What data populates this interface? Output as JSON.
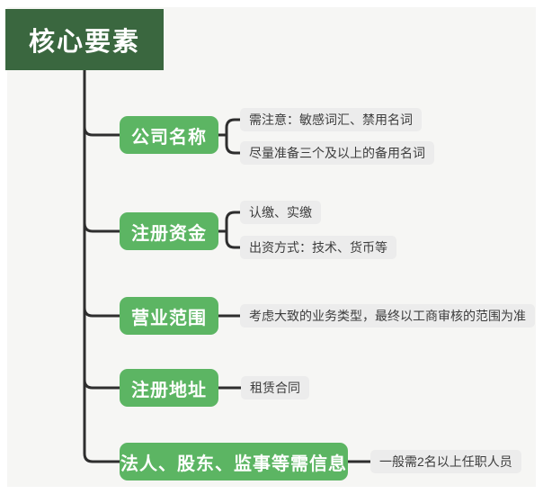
{
  "title": "核心要素",
  "root": {
    "label": "核心要素"
  },
  "branches": [
    {
      "label": "公司名称",
      "children": [
        "需注意：敏感词汇、禁用名词",
        "尽量准备三个及以上的备用名词"
      ]
    },
    {
      "label": "注册资金",
      "children": [
        "认缴、实缴",
        "出资方式：技术、货币等"
      ]
    },
    {
      "label": "营业范围",
      "children": [
        "考虑大致的业务类型，最终以工商审核的范围为准"
      ]
    },
    {
      "label": "注册地址",
      "children": [
        "租赁合同"
      ]
    },
    {
      "label": "法人、股东、监事等需信息",
      "children": [
        "一般需2名以上任职人员"
      ]
    }
  ],
  "colors": {
    "root_green": "#3A673F",
    "branch_green": "#5CB563",
    "leaf_bg": "#ECECEC",
    "line_color": "#2E2E2E",
    "leaf_text": "#3D3D3D",
    "canvas_bg": "#F6F6F4"
  }
}
